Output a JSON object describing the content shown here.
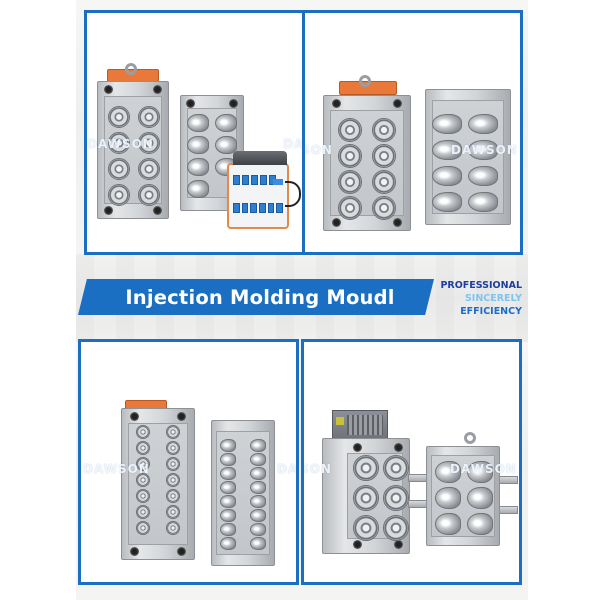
{
  "banner": {
    "title": "Injection Molding Moudl",
    "color": "#1a6fc2"
  },
  "slogan": {
    "line1": "PROFESSIONAL",
    "line2": "SINCERELY",
    "line3": "EFFICIENCY",
    "colors": [
      "#1f3f9e",
      "#7ec4ef",
      "#1d6cc7"
    ]
  },
  "frame_border_color": "#1a6fc2",
  "watermark": "DAWSON",
  "panels": [
    {
      "position": "top-left",
      "content": "8-cavity preform mold (cavity + core halves) with hot runner temperature controller",
      "watermark": "DAWSON",
      "watermark_partial": "DAWSON"
    },
    {
      "position": "top-right",
      "content": "8-cavity preform mold, cavity half and core half",
      "watermark_partial": "SON",
      "watermark": "DAWSON"
    },
    {
      "position": "bottom-left",
      "content": "16-cavity preform mold, cavity half and core half",
      "watermark": "DAWSON",
      "watermark_partial": "DAWS"
    },
    {
      "position": "bottom-right",
      "content": "6-cavity wide-mouth preform mold with hot runner box and core half with side arms",
      "watermark_partial": "SON",
      "watermark": "DAWSON"
    }
  ]
}
